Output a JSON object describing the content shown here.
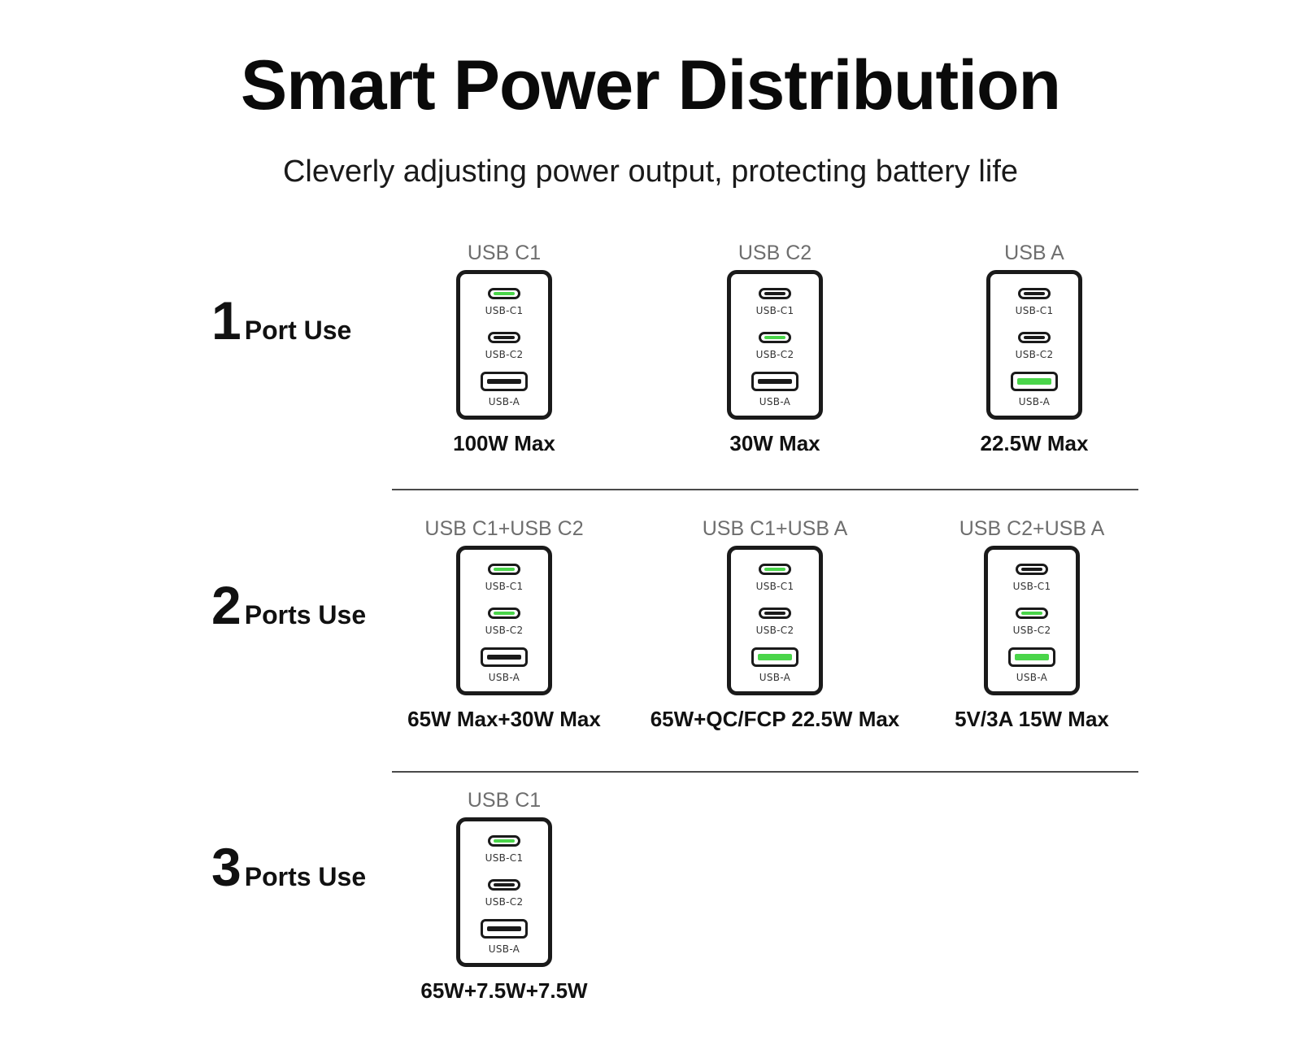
{
  "title": "Smart Power Distribution",
  "subtitle": "Cleverly adjusting power output, protecting battery life",
  "port_labels": {
    "c1": "USB-C1",
    "c2": "USB-C2",
    "a": "USB-A"
  },
  "accent_color": "#4ad54a",
  "sections": [
    {
      "number": "1",
      "label": "Port Use",
      "items": [
        {
          "caption": "USB C1",
          "power": "100W Max",
          "active": {
            "c1": true,
            "c2": false,
            "a": false
          }
        },
        {
          "caption": "USB C2",
          "power": "30W Max",
          "active": {
            "c1": false,
            "c2": true,
            "a": false
          }
        },
        {
          "caption": "USB A",
          "power": "22.5W Max",
          "active": {
            "c1": false,
            "c2": false,
            "a": true
          }
        }
      ]
    },
    {
      "number": "2",
      "label": "Ports Use",
      "items": [
        {
          "caption": "USB C1+USB C2",
          "power": "65W Max+30W Max",
          "active": {
            "c1": true,
            "c2": true,
            "a": false
          }
        },
        {
          "caption": "USB C1+USB A",
          "power": "65W+QC/FCP 22.5W Max",
          "active": {
            "c1": true,
            "c2": false,
            "a": true
          }
        },
        {
          "caption": "USB C2+USB A",
          "power": "5V/3A 15W Max",
          "active": {
            "c1": false,
            "c2": true,
            "a": true
          }
        }
      ]
    },
    {
      "number": "3",
      "label": "Ports Use",
      "items": [
        {
          "caption": "USB C1",
          "power": "65W+7.5W+7.5W",
          "active": {
            "c1": true,
            "c2": false,
            "a": false
          }
        }
      ]
    }
  ]
}
